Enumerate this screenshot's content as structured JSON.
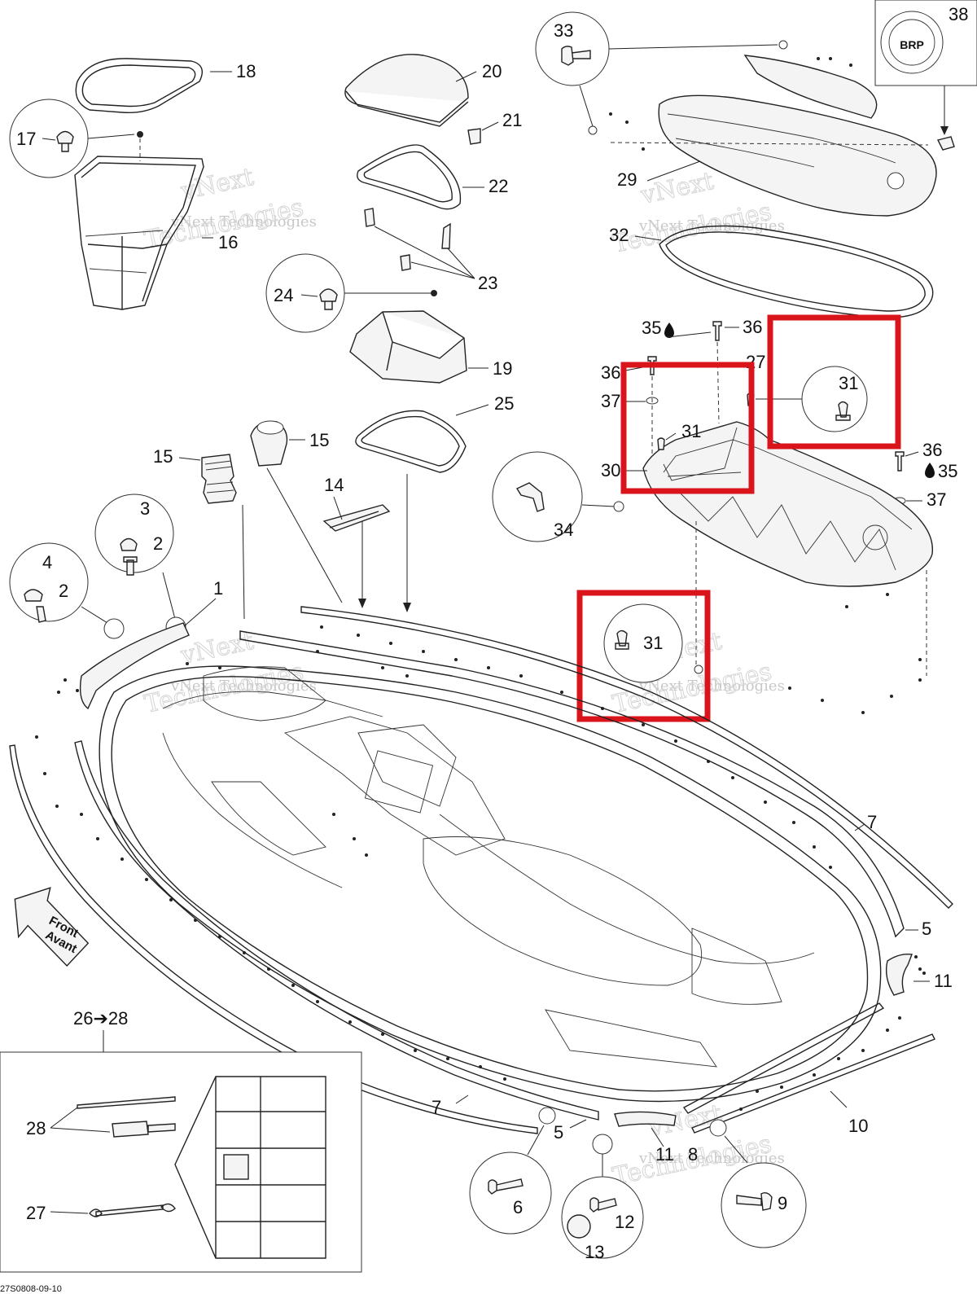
{
  "callouts": {
    "c1": "1",
    "c2a": "2",
    "c2b": "2",
    "c3": "3",
    "c4": "4",
    "c5a": "5",
    "c5b": "5",
    "c6": "6",
    "c7a": "7",
    "c7b": "7",
    "c8": "8",
    "c9": "9",
    "c10": "10",
    "c11a": "11",
    "c11b": "11",
    "c12": "12",
    "c13": "13",
    "c14": "14",
    "c15a": "15",
    "c15b": "15",
    "c16": "16",
    "c17": "17",
    "c18": "18",
    "c19": "19",
    "c20": "20",
    "c21": "21",
    "c22": "22",
    "c23": "23",
    "c24": "24",
    "c25": "25",
    "c26_28": "26➔28",
    "c27": "27",
    "c28": "28",
    "c29": "29",
    "c30": "30",
    "c31a": "31",
    "c31b": "31",
    "c31c": "31",
    "c32": "32",
    "c33": "33",
    "c34": "34",
    "c35a": "35",
    "c35b": "35",
    "c36a": "36",
    "c36b": "36",
    "c36c": "36",
    "c37a": "37",
    "c37b": "37",
    "c37c": "27",
    "c38": "38"
  },
  "front_arrow": {
    "line1": "Front",
    "line2": "Avant"
  },
  "logo_text": "BRP",
  "watermark": {
    "line1": "vNext",
    "line2": "vNext Technologies",
    "line3": "Technologies"
  },
  "footer_code": "27S0808-09-10",
  "colors": {
    "highlight": "#d9151b",
    "ink": "#222222",
    "watermark": "#c8c8c8"
  },
  "highlights": [
    "callout-31-upper-right",
    "callout-31-on-frame",
    "callout-31-lower"
  ]
}
